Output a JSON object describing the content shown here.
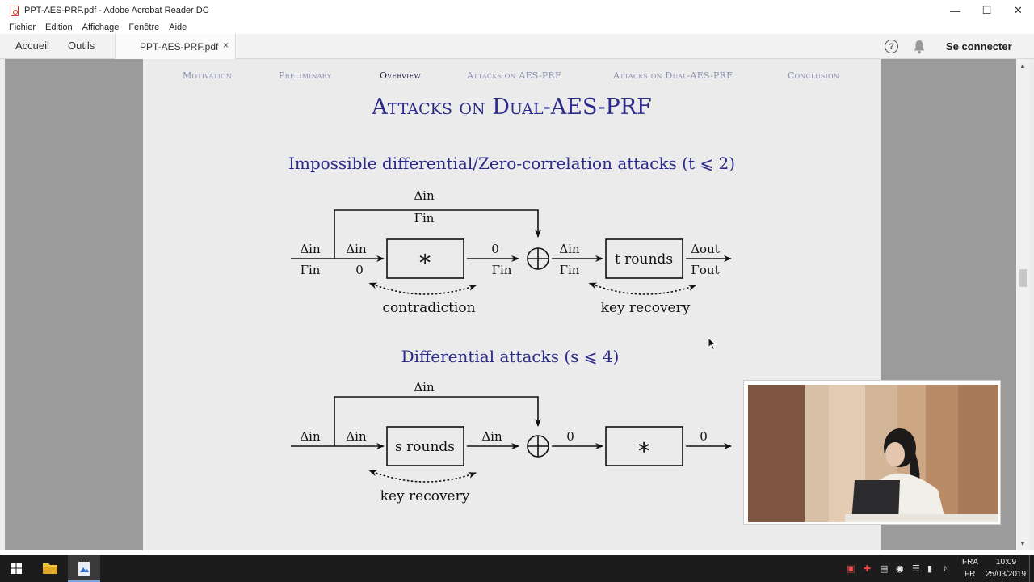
{
  "window": {
    "title": "PPT-AES-PRF.pdf - Adobe Acrobat Reader DC"
  },
  "menu": [
    "Fichier",
    "Edition",
    "Affichage",
    "Fenêtre",
    "Aide"
  ],
  "toolbar": {
    "home": "Accueil",
    "tools": "Outils",
    "tab_label": "PPT-AES-PRF.pdf",
    "tab_close": "×",
    "help": "?",
    "signin": "Se connecter"
  },
  "slide": {
    "nav": [
      "Motivation",
      "Preliminary",
      "Overview",
      "Attacks on AES-PRF",
      "Attacks on Dual-AES-PRF",
      "Conclusion"
    ],
    "nav_active": "Overview",
    "title": "Attacks on Dual-AES-PRF",
    "section1": {
      "heading": "Impossible differential/Zero-correlation attacks (t ⩽ 2)",
      "loop_top": "Δin",
      "loop_bottom": "Γin",
      "input_top": "Δin",
      "input_bottom": "Γin",
      "branch_top": "Δin",
      "branch_bottom": "0",
      "box1": "∗",
      "after_box1_top": "0",
      "after_box1_bottom": "Γin",
      "after_xor_top": "Δin",
      "after_xor_bottom": "Γin",
      "box2": "t rounds",
      "output_top": "Δout",
      "output_bottom": "Γout",
      "caption_left": "contradiction",
      "caption_right": "key recovery"
    },
    "section2": {
      "heading": "Differential attacks (s ⩽ 4)",
      "loop_top": "Δin",
      "input_top": "Δin",
      "branch_top": "Δin",
      "box1": "s rounds",
      "after_box1_top": "Δin",
      "after_xor_top": "0",
      "box2": "∗",
      "output_top": "0",
      "caption_left": "key recovery"
    }
  },
  "taskbar": {
    "lang_top": "FRA",
    "lang_bottom": "FR",
    "time": "10:09",
    "date": "25/03/2019"
  }
}
